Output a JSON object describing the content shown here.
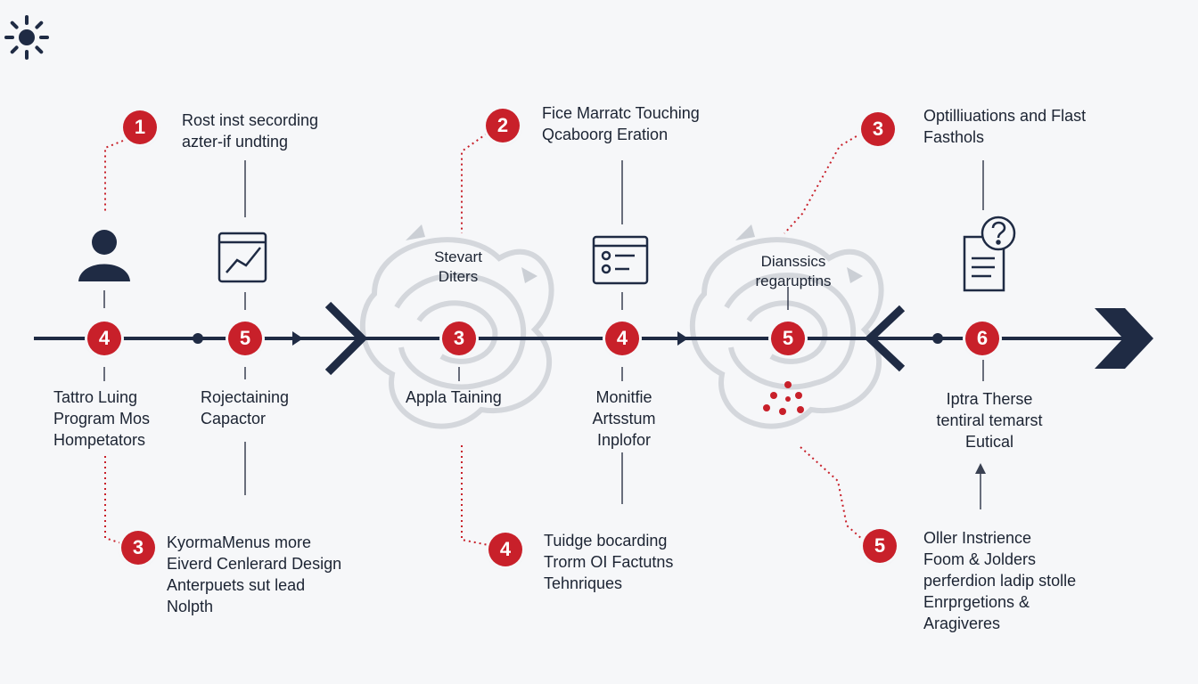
{
  "colors": {
    "accent": "#c8202a",
    "navy": "#1f2b44",
    "text": "#1c2433",
    "background": "#f6f7f9"
  },
  "corner_icon": "sun-icon",
  "axis_nodes": [
    {
      "number": "4",
      "label": "Tattro Luing\nProgram Mos\nHompetators",
      "icon": "user-icon"
    },
    {
      "number": "5",
      "label": "Rojectaining\nCapactor",
      "icon": "chart-window-icon"
    },
    {
      "number": "3",
      "label": "Appla Taining",
      "icon": "cloud-icon"
    },
    {
      "number": "4",
      "label": "Monitfie\nArtsstum\nInplofor",
      "icon": "settings-window-icon"
    },
    {
      "number": "5",
      "label": "",
      "icon": "cloud-icon"
    },
    {
      "number": "6",
      "label": "Iptra Therse\ntentiral temarst\nEutical",
      "icon": "document-help-icon"
    }
  ],
  "top_callouts": [
    {
      "number": "1",
      "text": "Rost inst secording\nazter-if undting"
    },
    {
      "number": "2",
      "text": "Fice Marratc Touching\nQcaboorg Eration"
    },
    {
      "number": "3",
      "text": "Optilliuations and Flast\nFasthols"
    }
  ],
  "bottom_callouts": [
    {
      "number": "3",
      "text": "KyormaMenus more\nEiverd Cenlerard Design\nAnterpuets sut lead\nNolpth"
    },
    {
      "number": "4",
      "text": "Tuidge bocarding\nTrorm OI Factutns\nTehnriques"
    },
    {
      "number": "5",
      "text": "Oller Instrience\nFoom & Jolders\nperferdion ladip stolle\nEnrprgetions &\nAragiveres"
    }
  ],
  "cloud_labels": [
    {
      "text": "Stevart\nDiters"
    },
    {
      "text": "Dianssics\nregaruptins"
    }
  ]
}
